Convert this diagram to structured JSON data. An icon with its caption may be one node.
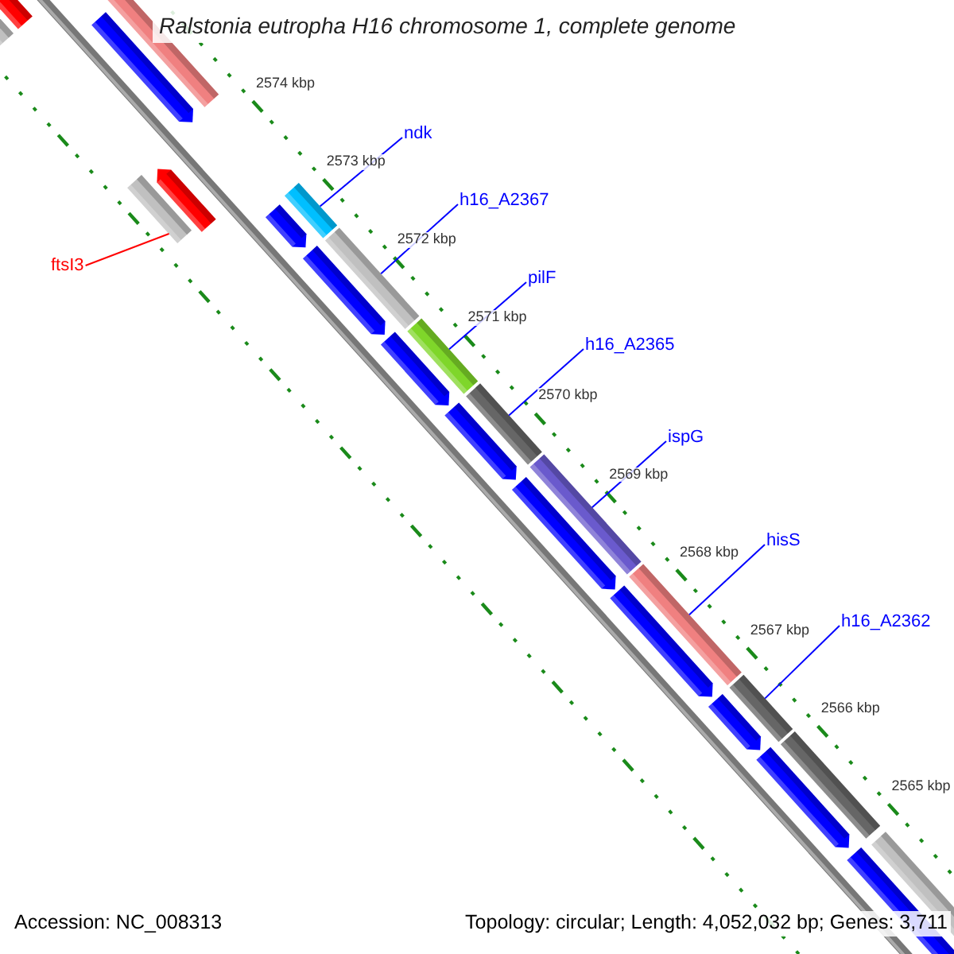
{
  "diagram": {
    "title": "Ralstonia eutropha H16 chromosome 1, complete genome",
    "nodes": [
      {
        "text": [
          "ndk"
        ]
      },
      {
        "text": [],
        "shape": "bar"
      },
      {
        "text": [
          "h16_A2367"
        ]
      },
      {
        "text": [],
        "shape": "bar"
      },
      {
        "text": [
          "ftsI3"
        ]
      },
      {
        "text": [],
        "shape": "bar"
      },
      {
        "text": [
          "pilF"
        ]
      },
      {
        "text": [],
        "shape": "bar"
      },
      {
        "text": [
          "h16_A2365"
        ]
      },
      {
        "text": [],
        "shape": "bar"
      },
      {
        "text": [
          "ispG"
        ]
      },
      {
        "text": [],
        "shape": "bar"
      },
      {
        "text": [
          "hisS"
        ]
      },
      {
        "text": [],
        "shape": "bar"
      },
      {
        "text": [
          "h16_A2362"
        ]
      },
      {
        "text": [],
        "shape": "bar"
      }
    ],
    "edges": [
      {
        "from": 0,
        "to": 1,
        "arrow": "none"
      },
      {
        "from": 2,
        "to": 3,
        "arrow": "none"
      },
      {
        "from": 4,
        "to": 5,
        "arrow": "none",
        "color": "#ff0000"
      },
      {
        "from": 6,
        "to": 7,
        "arrow": "none"
      },
      {
        "from": 8,
        "to": 9,
        "arrow": "none"
      },
      {
        "from": 10,
        "to": 11,
        "arrow": "none"
      },
      {
        "from": 12,
        "to": 13,
        "arrow": "none"
      },
      {
        "from": 14,
        "to": 15,
        "arrow": "none"
      }
    ],
    "labels": [
      "2574 kbp",
      "2573 kbp",
      "2572 kbp",
      "2571 kbp",
      "2570 kbp",
      "2569 kbp",
      "2568 kbp",
      "2567 kbp",
      "2566 kbp",
      "2565 kbp",
      "Accession: NC_008313",
      "Topology: circular; Length: 4,052,032 bp; Genes: 3,711"
    ]
  }
}
